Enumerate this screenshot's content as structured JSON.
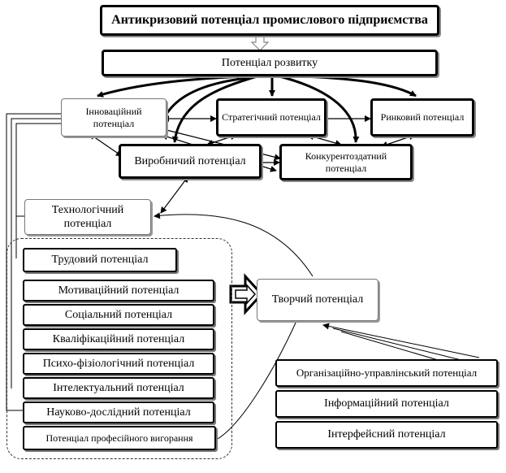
{
  "diagram": {
    "title": "Антикризовий потенціал промислового підприємства",
    "development": "Потенціал розвитку",
    "innovation": "Інноваційний потенціал",
    "strategic": "Стратегічний потенціал",
    "market": "Ринковий потенціал",
    "production": "Виробничий потенціал",
    "competitive": "Конкурентоздатний потенціал",
    "technological": "Технологічний потенціал",
    "labor": "Трудовий потенціал",
    "creative": "Творчий потенціал",
    "labor_components": [
      "Мотиваційний потенціал",
      "Соціальний потенціал",
      "Кваліфікаційний потенціал",
      "Психо-фізіологічний потенціал",
      "Інтелектуальний потенціал",
      "Науково-дослідний потенціал",
      "Потенціал професійного вигорання"
    ],
    "org_components": [
      "Організаційно-управлінський потенціал",
      "Інформаційний потенціал",
      "Інтерфейсний потенціал"
    ]
  }
}
